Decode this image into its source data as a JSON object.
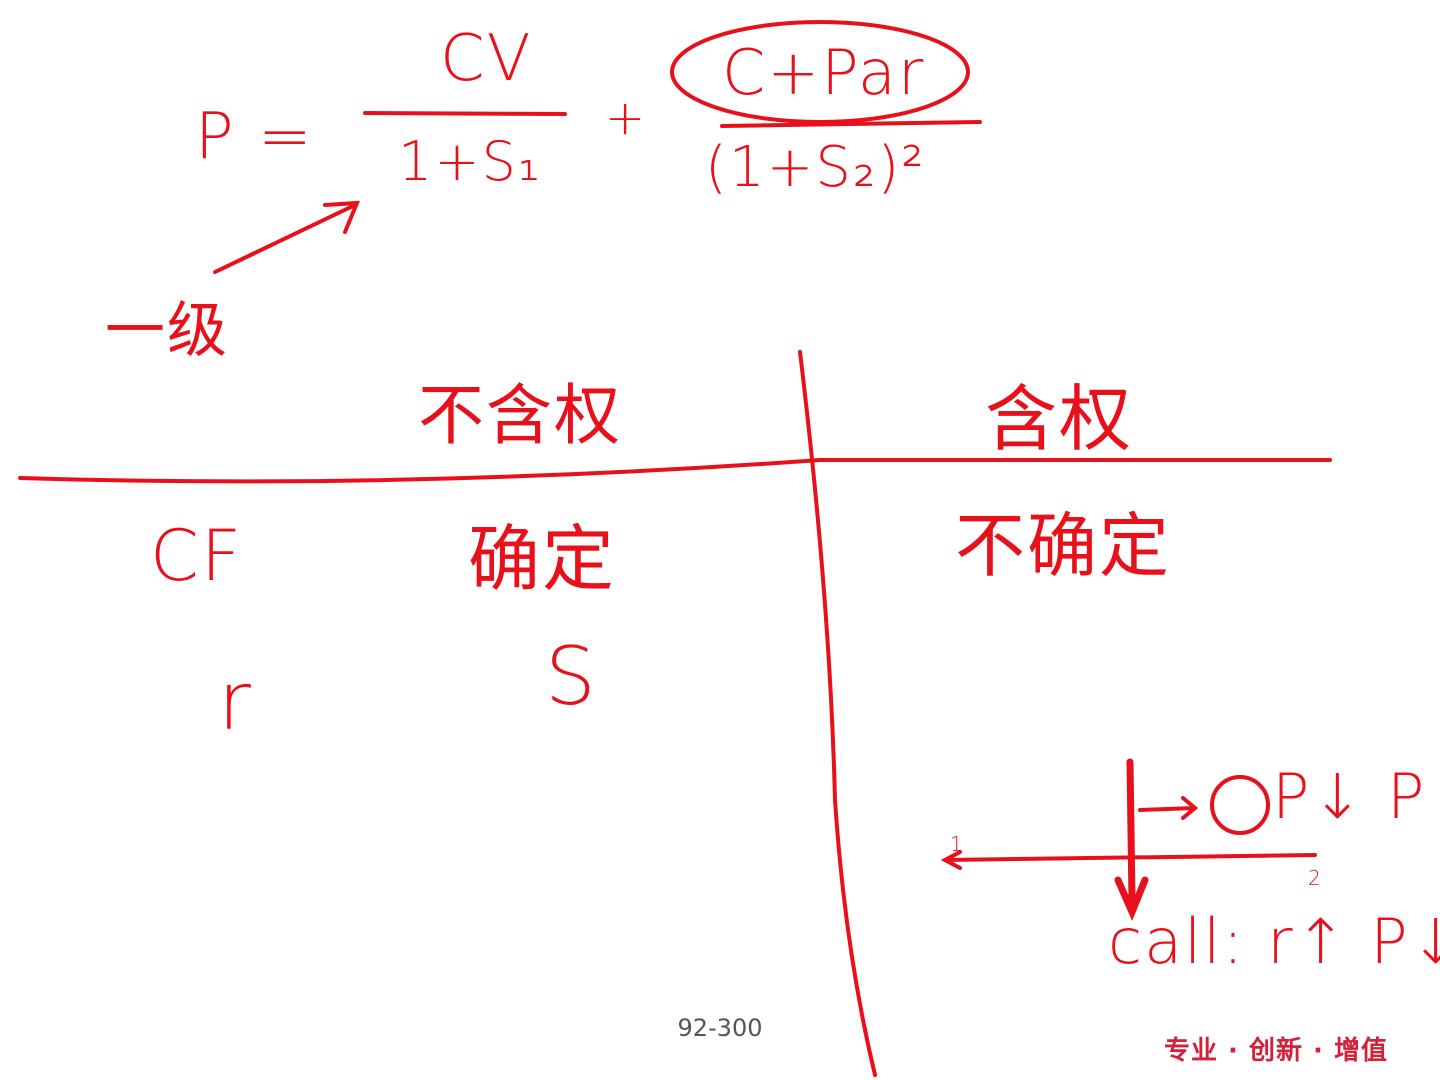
{
  "formula": {
    "lhs": "P =",
    "term1_num": "CV",
    "term1_den": "1+S₁",
    "plus": "+",
    "term2_num": "C+Par",
    "term2_den": "(1+S₂)²",
    "note": "一级"
  },
  "table": {
    "col_left_header": "不含权",
    "col_right_header": "含权",
    "rows": [
      {
        "label": "CF",
        "left": "确定",
        "right": "不确定"
      },
      {
        "label": "r",
        "left": "S",
        "right": ""
      }
    ]
  },
  "timeline_note": {
    "tick1": "1",
    "tick2": "2",
    "top": "P↓ P↑",
    "bottom": "call: r↑ P↓"
  },
  "footer": {
    "page_number": "92-300",
    "slogan": "专业 · 创新 · 增值"
  },
  "colors": {
    "ink": "#e8101a",
    "slogan": "#d3213a"
  }
}
